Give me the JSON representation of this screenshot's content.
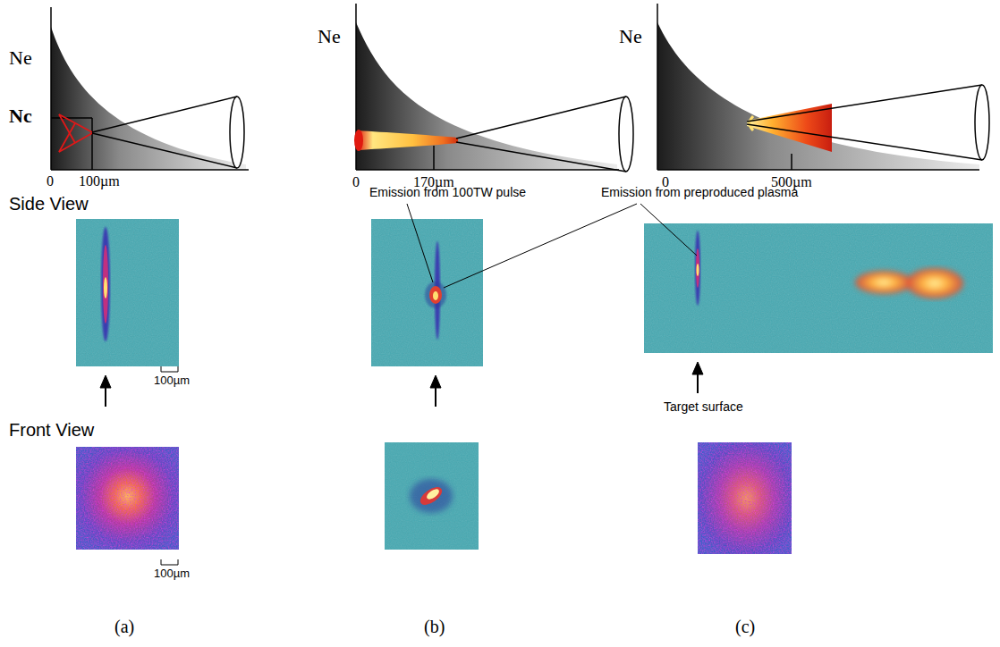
{
  "diagram": {
    "labels": [
      "Ne",
      "Nc",
      "0",
      "100µm",
      "Ne",
      "0",
      "170µm",
      "Ne",
      "0",
      "500µm",
      "Side View",
      "Emission from 100TW pulse",
      "Emission from preproduced plasma",
      "100µm",
      "Target surface",
      "Front View",
      "100µm",
      "(a)",
      "(b)",
      "(c)"
    ]
  }
}
